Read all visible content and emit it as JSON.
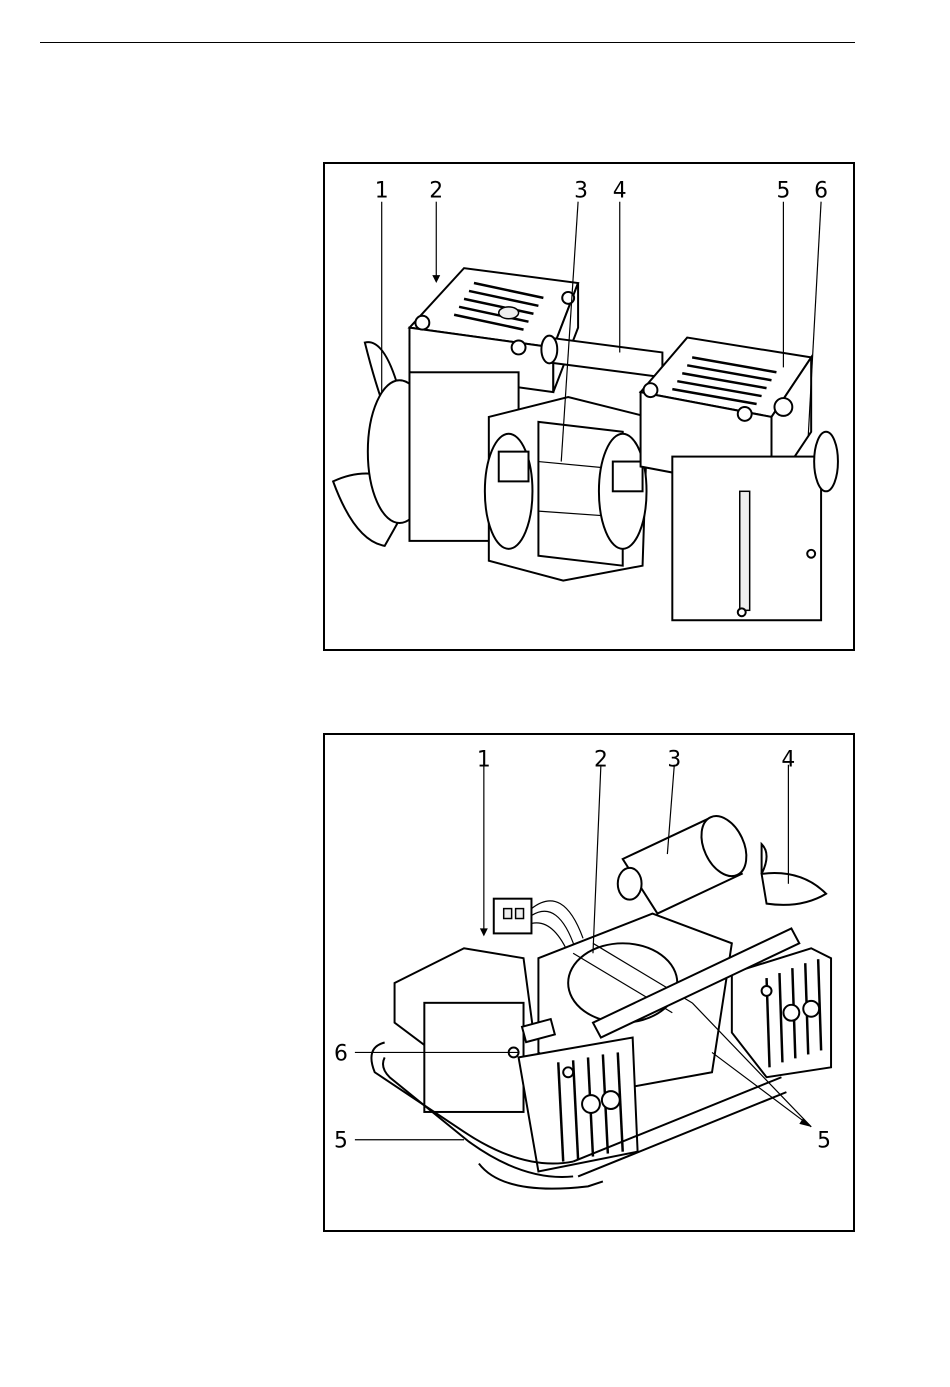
{
  "figure_1": {
    "callouts": [
      "1",
      "2",
      "3",
      "4",
      "5",
      "6"
    ]
  },
  "figure_2": {
    "callouts": [
      "1",
      "2",
      "3",
      "4",
      "5",
      "6",
      "5",
      "5"
    ]
  }
}
